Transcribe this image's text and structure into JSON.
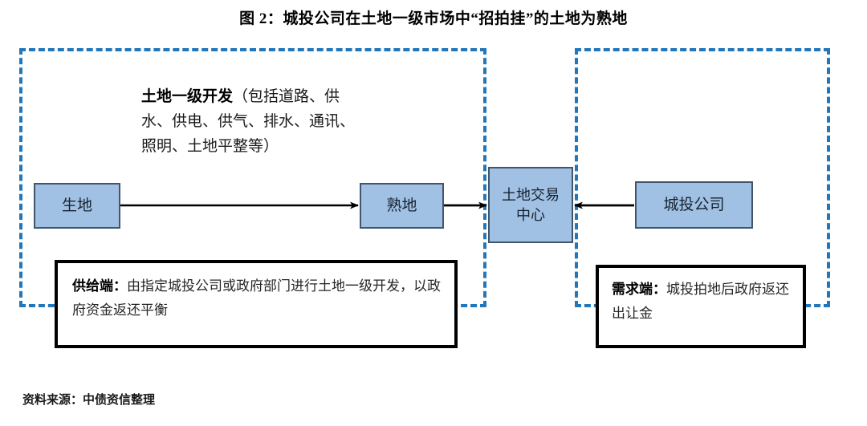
{
  "figure": {
    "title": "图 2：城投公司在土地一级市场中“招拍挂”的土地为熟地",
    "source_note": "资料来源：中债资信整理"
  },
  "regions": {
    "supply": {
      "name": "supply-side-region"
    },
    "demand": {
      "name": "demand-side-region"
    }
  },
  "nodes": {
    "raw_land": "生地",
    "developed_land": "熟地",
    "trading_center": "土地交易中心",
    "ugiv_company": "城投公司"
  },
  "annotations": {
    "development_note": {
      "bold_prefix": "土地一级开发",
      "rest": "（包括道路、供水、供电、供气、排水、通讯、照明、土地平整等）"
    }
  },
  "callouts": {
    "supply": {
      "label": "供给端：",
      "text": "由指定城投公司或政府部门进行土地一级开发，以政府资金返还平衡"
    },
    "demand": {
      "label": "需求端：",
      "text": "城投拍地后政府返还出让金"
    }
  },
  "colors": {
    "dashed_border": "#2277bb",
    "box_fill": "#a0c0e4",
    "box_border": "#41556b",
    "callout_border": "#000000",
    "arrow": "#000000"
  }
}
